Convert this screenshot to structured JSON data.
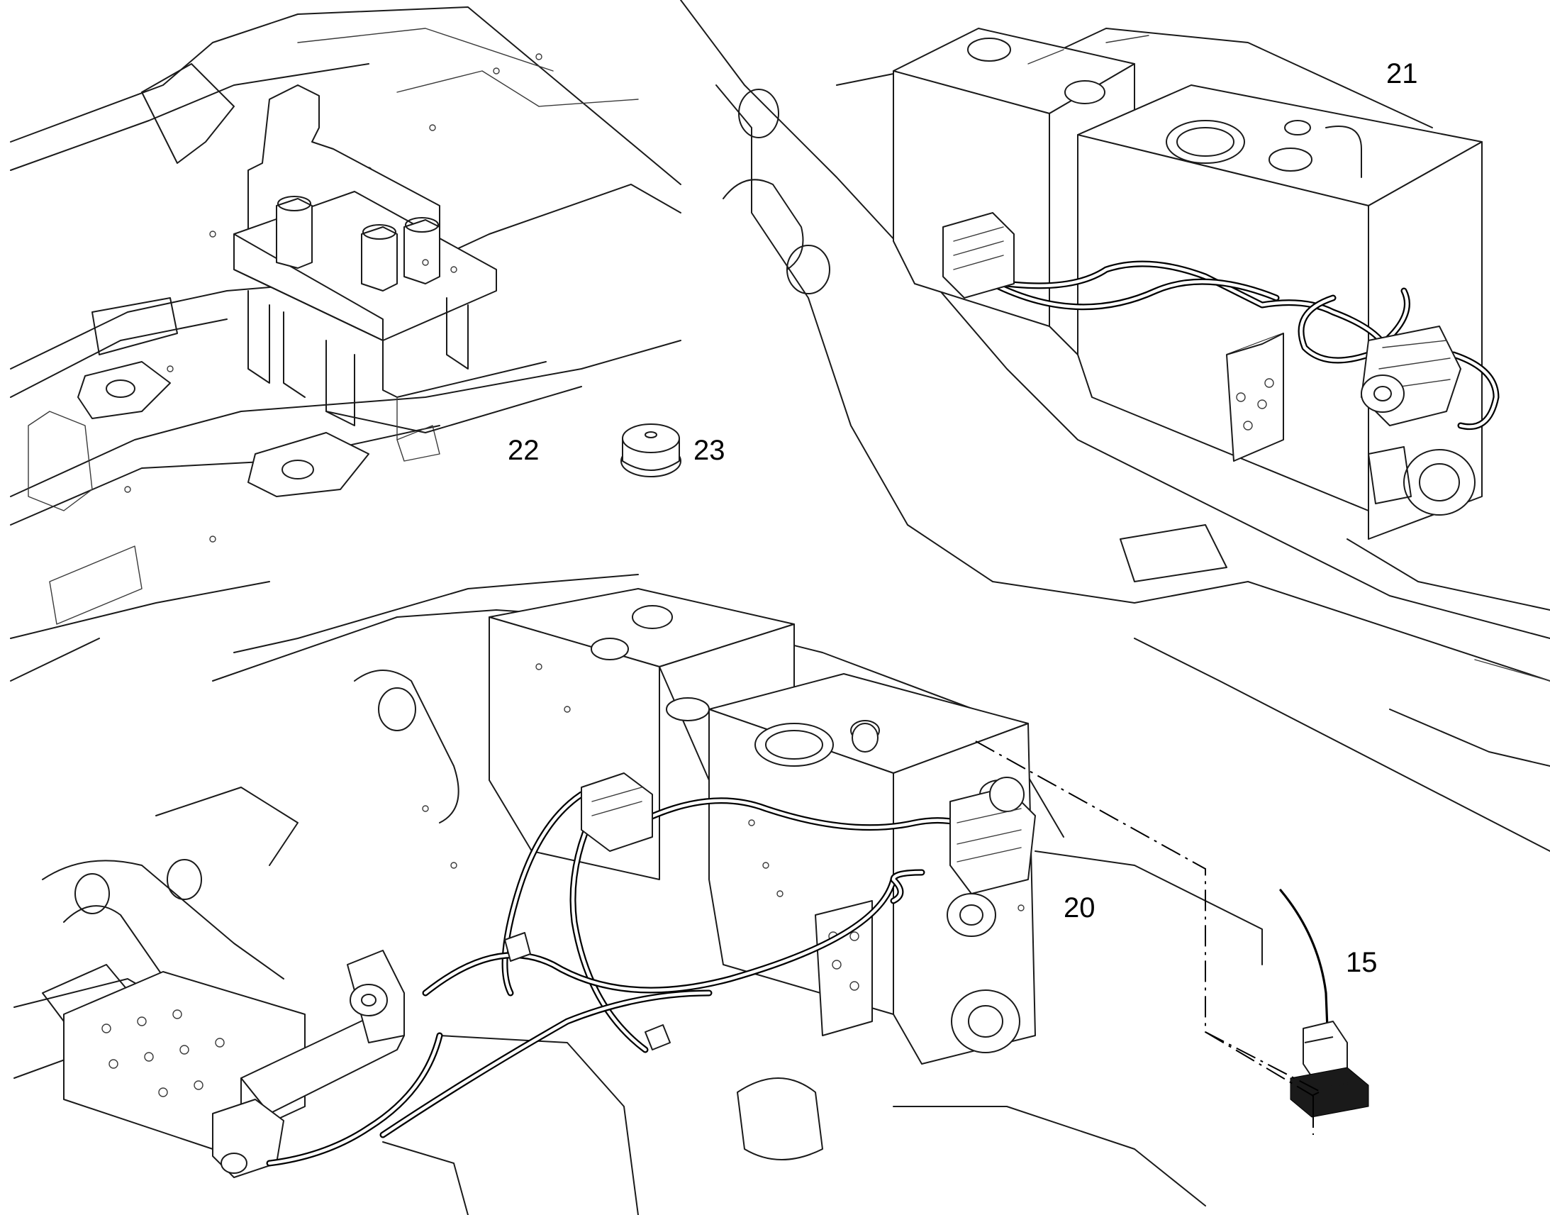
{
  "figure": {
    "callouts": [
      {
        "id": "callout-20",
        "text": "20"
      },
      {
        "id": "callout-21",
        "text": "21"
      },
      {
        "id": "callout-22",
        "text": "22"
      },
      {
        "id": "callout-23",
        "text": "23"
      },
      {
        "id": "callout-15",
        "text": "15"
      }
    ],
    "colors": {
      "line": "#1a1a1a",
      "background": "#ffffff"
    }
  }
}
